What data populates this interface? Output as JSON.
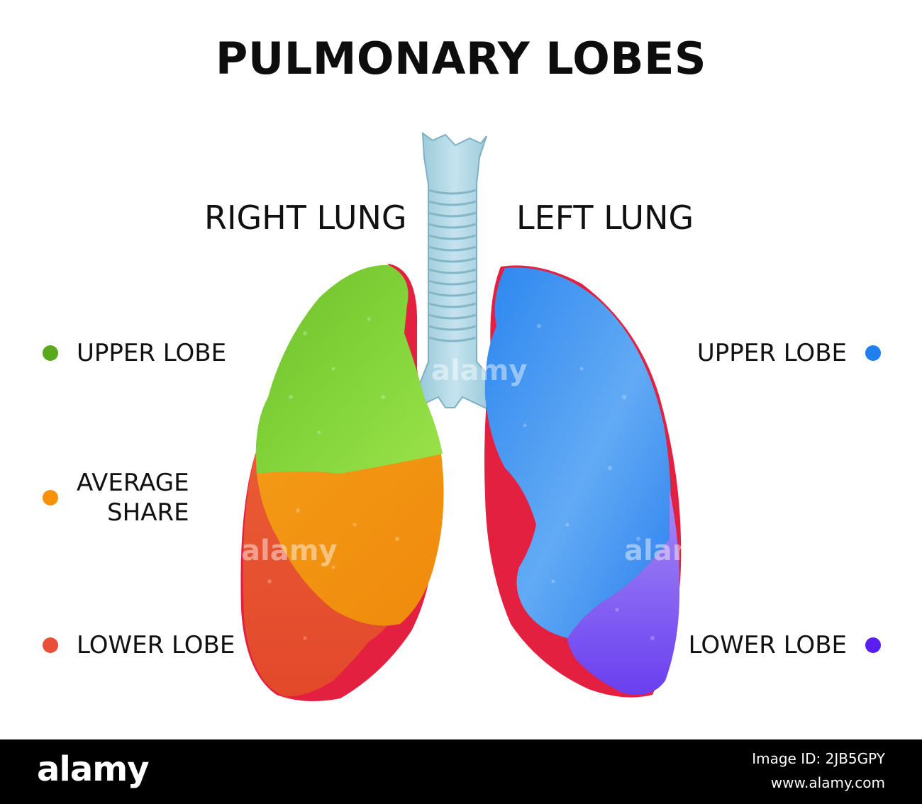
{
  "title": "PULMONARY LOBES",
  "lungs": {
    "right_label": "RIGHT LUNG",
    "left_label": "LEFT LUNG"
  },
  "legend": {
    "right": [
      {
        "label": "UPPER LOBE",
        "color": "#5aa81c"
      },
      {
        "label_line1": "AVERAGE",
        "label_line2": "SHARE",
        "color": "#f5920a"
      },
      {
        "label": "LOWER LOBE",
        "color": "#e8503a"
      }
    ],
    "left": [
      {
        "label": "UPPER LOBE",
        "color": "#1f7fef"
      },
      {
        "label": "LOWER LOBE",
        "color": "#5a1ff0"
      }
    ]
  },
  "colors": {
    "pleura": "#e3203f",
    "trachea": "#a9d3e0",
    "right_upper": "#72c42e",
    "right_middle": "#f39a16",
    "right_lower": "#e4502f",
    "left_upper": "#3a8ff0",
    "left_lower": "#8a67f2"
  },
  "watermark": "alamy",
  "footer": {
    "logo": "alamy",
    "image_id": "Image ID: 2JB5GPY",
    "site": "www.alamy.com"
  }
}
